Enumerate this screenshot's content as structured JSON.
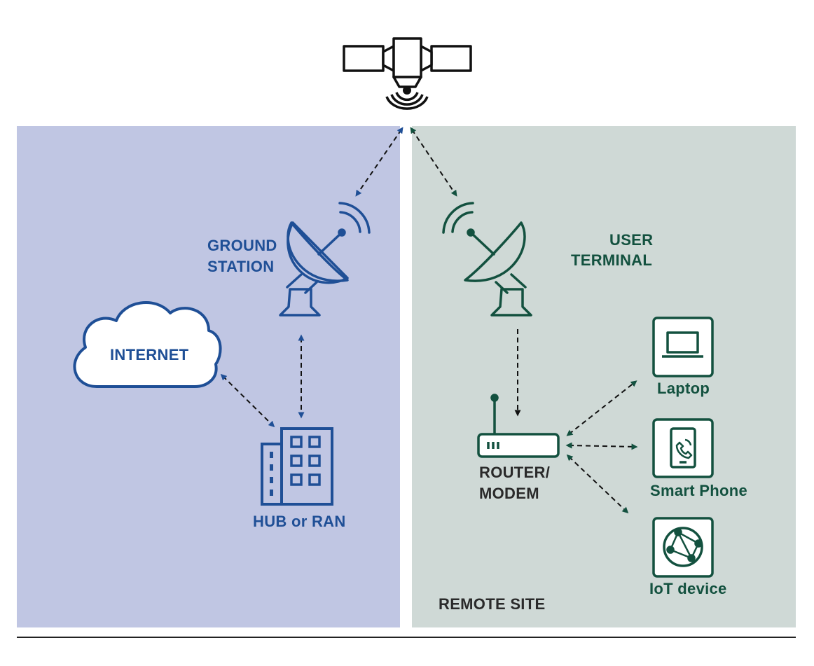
{
  "labels": {
    "ground_station_line1": "GROUND",
    "ground_station_line2": "STATION",
    "internet": "INTERNET",
    "hub": "HUB or RAN",
    "user_terminal_line1": "USER",
    "user_terminal_line2": "TERMINAL",
    "router_line1": "ROUTER/",
    "router_line2": "MODEM",
    "laptop": "Laptop",
    "smart_phone": "Smart Phone",
    "iot_device": "IoT device",
    "remote_site": "REMOTE SITE"
  },
  "colors": {
    "left_panel": "#c0c6e3",
    "right_panel": "#cfd9d6",
    "blue": "#1f4f96",
    "green": "#13513f",
    "black": "#111111"
  }
}
